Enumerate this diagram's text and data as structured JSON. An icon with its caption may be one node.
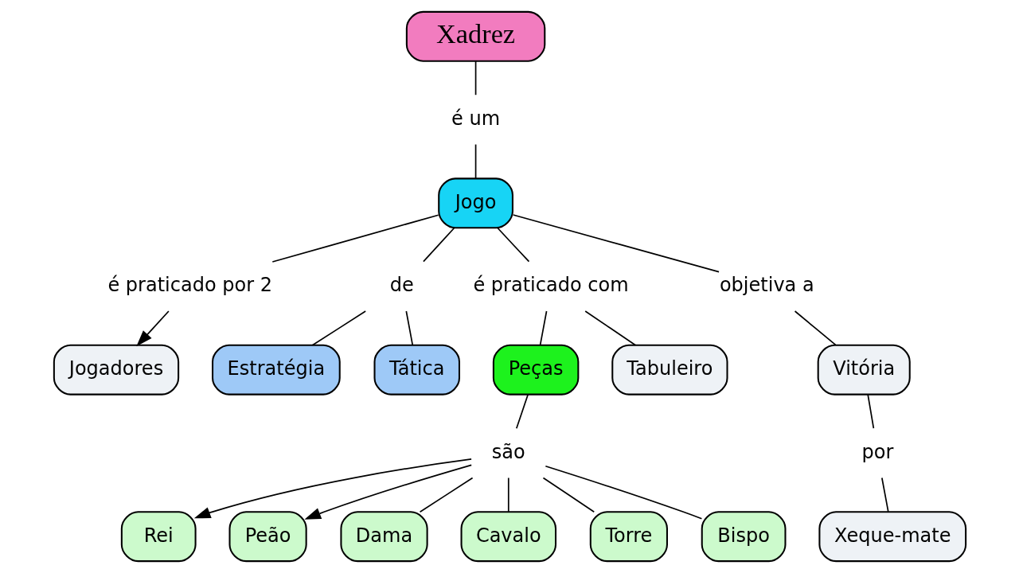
{
  "diagram": {
    "nodes": [
      {
        "text": [
          "Xadrez"
        ]
      },
      {
        "text": [
          "é um"
        ]
      },
      {
        "text": [
          "Jogo"
        ]
      },
      {
        "text": [
          "é praticado por 2"
        ]
      },
      {
        "text": [
          "Jogadores"
        ]
      },
      {
        "text": [
          "de"
        ]
      },
      {
        "text": [
          "é praticado com"
        ]
      },
      {
        "text": [
          "objetiva a"
        ]
      },
      {
        "text": [
          "Estratégia"
        ]
      },
      {
        "text": [
          "Tática"
        ]
      },
      {
        "text": [
          "Vitória"
        ]
      },
      {
        "text": [
          "Peças"
        ]
      },
      {
        "text": [
          "Tabuleiro"
        ]
      },
      {
        "text": [
          "por"
        ]
      },
      {
        "text": [
          "Xeque-mate"
        ]
      },
      {
        "text": [
          "são"
        ]
      },
      {
        "text": [
          "Rei"
        ]
      },
      {
        "text": [
          "Peão"
        ]
      },
      {
        "text": [
          "Dama"
        ]
      },
      {
        "text": [
          "Cavalo"
        ]
      },
      {
        "text": [
          "Torre"
        ]
      },
      {
        "text": [
          "Bispo"
        ]
      }
    ],
    "edges": [
      {
        "from": 0,
        "to": 1,
        "arrow": "none"
      },
      {
        "from": 1,
        "to": 2,
        "arrow": "none"
      },
      {
        "from": 2,
        "to": 3,
        "arrow": "none"
      },
      {
        "from": 3,
        "to": 4,
        "arrow": "to"
      },
      {
        "from": 2,
        "to": 5,
        "arrow": "none"
      },
      {
        "from": 5,
        "to": 8,
        "arrow": "none"
      },
      {
        "from": 5,
        "to": 9,
        "arrow": "none"
      },
      {
        "from": 2,
        "to": 6,
        "arrow": "none"
      },
      {
        "from": 6,
        "to": 11,
        "arrow": "none"
      },
      {
        "from": 6,
        "to": 12,
        "arrow": "none"
      },
      {
        "from": 2,
        "to": 7,
        "arrow": "none"
      },
      {
        "from": 7,
        "to": 10,
        "arrow": "none"
      },
      {
        "from": 10,
        "to": 13,
        "arrow": "none"
      },
      {
        "from": 13,
        "to": 14,
        "arrow": "none"
      },
      {
        "from": 11,
        "to": 15,
        "arrow": "none"
      },
      {
        "from": 15,
        "to": 16,
        "arrow": "to"
      },
      {
        "from": 15,
        "to": 17,
        "arrow": "to"
      },
      {
        "from": 15,
        "to": 18,
        "arrow": "none"
      },
      {
        "from": 15,
        "to": 19,
        "arrow": "none"
      },
      {
        "from": 15,
        "to": 20,
        "arrow": "none"
      },
      {
        "from": 15,
        "to": 21,
        "arrow": "none"
      }
    ]
  }
}
